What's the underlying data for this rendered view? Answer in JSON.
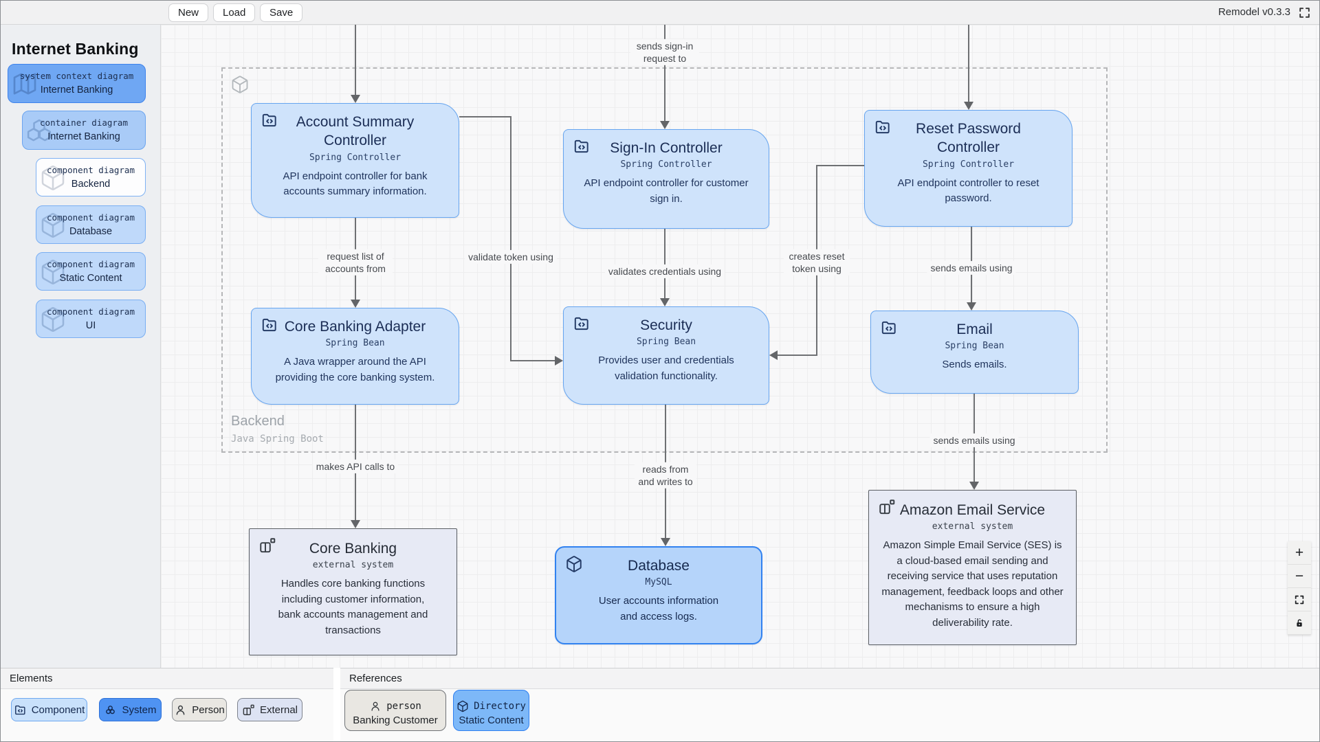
{
  "toolbar": {
    "new_label": "New",
    "load_label": "Load",
    "save_label": "Save",
    "app_version": "Remodel v0.3.3"
  },
  "sidebar": {
    "title": "Internet Banking",
    "items": [
      {
        "type": "system context diagram",
        "name": "Internet Banking"
      },
      {
        "type": "container diagram",
        "name": "Internet Banking"
      },
      {
        "type": "component diagram",
        "name": "Backend"
      },
      {
        "type": "component diagram",
        "name": "Database"
      },
      {
        "type": "component diagram",
        "name": "Static Content"
      },
      {
        "type": "component diagram",
        "name": "UI"
      }
    ]
  },
  "canvas": {
    "boundary": {
      "name": "Backend",
      "tech": "Java Spring Boot"
    },
    "nodes": [
      {
        "title": "Account Summary Controller",
        "tech": "Spring Controller",
        "desc": "API endpoint controller for bank accounts summary information."
      },
      {
        "title": "Sign-In Controller",
        "tech": "Spring Controller",
        "desc": "API endpoint controller for customer sign in."
      },
      {
        "title": "Reset Password Controller",
        "tech": "Spring Controller",
        "desc": "API endpoint controller to reset password."
      },
      {
        "title": "Core Banking Adapter",
        "tech": "Spring Bean",
        "desc": "A Java wrapper around the API providing the core banking system."
      },
      {
        "title": "Security",
        "tech": "Spring Bean",
        "desc": "Provides user and credentials validation functionality."
      },
      {
        "title": "Email",
        "tech": "Spring Bean",
        "desc": "Sends emails."
      },
      {
        "title": "Core Banking",
        "tech": "external system",
        "desc": "Handles core banking functions including customer information, bank accounts management and transactions"
      },
      {
        "title": "Database",
        "tech": "MySQL",
        "desc": "User accounts information and access logs."
      },
      {
        "title": "Amazon Email Service",
        "tech": "external system",
        "desc": "Amazon Simple Email Service (SES) is a cloud-based email sending and receiving service that uses reputation management, feedback loops and other mechanisms to ensure a high deliverability rate."
      }
    ],
    "edges": [
      {
        "label": "sends sign-in request to"
      },
      {
        "label": "request list of accounts from"
      },
      {
        "label": "validate token using"
      },
      {
        "label": "validates credentials using"
      },
      {
        "label": "creates reset token using"
      },
      {
        "label": "sends emails using"
      },
      {
        "label": "sends emails using"
      },
      {
        "label": "makes API calls to"
      },
      {
        "label": "reads from and writes to"
      }
    ]
  },
  "elements_panel": {
    "header": "Elements",
    "buttons": [
      {
        "label": "Component"
      },
      {
        "label": "System"
      },
      {
        "label": "Person"
      },
      {
        "label": "External"
      }
    ]
  },
  "references_panel": {
    "header": "References",
    "refs": [
      {
        "type": "person",
        "name": "Banking Customer"
      },
      {
        "type": "Directory",
        "name": "Static Content"
      }
    ]
  },
  "zoom_controls": {
    "zoom_in": "+",
    "zoom_out": "−"
  },
  "colors": {
    "accent": "#3b82f6",
    "component_fill": "#cfe3fb",
    "component_border": "#66a5f0",
    "database_fill": "#b5d4fa",
    "external_fill": "#e7eaf5",
    "edge": "#6e7073"
  }
}
